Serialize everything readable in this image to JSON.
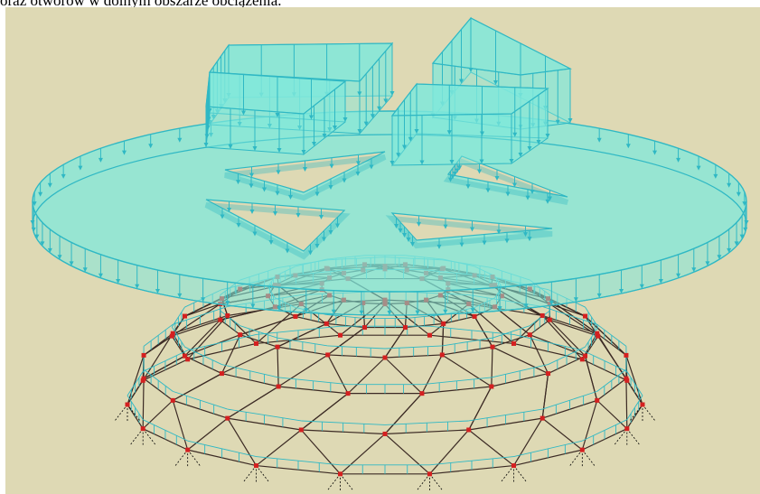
{
  "caption": "oraz otworów w dolnym obszarze obciążenia.",
  "colors": {
    "background": "#ded9b4",
    "load_fill": "#7fe8dc",
    "load_stroke": "#2fb8c4",
    "member": "#3b2a24",
    "node": "#d42020",
    "support": "#000000"
  },
  "scene": {
    "load_plane": "ellipse",
    "openings_in_plane": 4,
    "load_panels_above": 4,
    "structure": "geodesic dome"
  }
}
